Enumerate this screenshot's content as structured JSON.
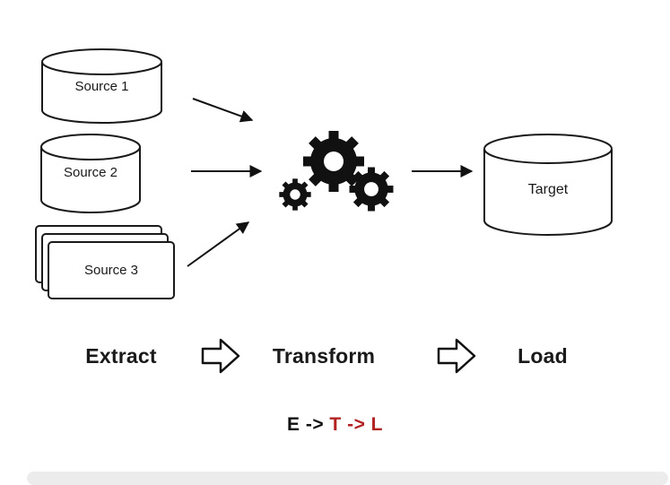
{
  "diagram": {
    "sources": [
      {
        "label": "Source 1",
        "shape": "database-cylinder"
      },
      {
        "label": "Source 2",
        "shape": "database-cylinder"
      },
      {
        "label": "Source 3",
        "shape": "document-stack"
      }
    ],
    "transform_icon": "gears-icon",
    "target": {
      "label": "Target",
      "shape": "database-cylinder"
    },
    "stages": [
      {
        "label": "Extract"
      },
      {
        "label": "Transform"
      },
      {
        "label": "Load"
      }
    ],
    "formula": {
      "parts": [
        {
          "text": "E -> ",
          "color": "#111111"
        },
        {
          "text": "T -> L",
          "color": "#b22222"
        }
      ]
    },
    "colors": {
      "outline": "#1a1a1a",
      "gear_fill": "#111111",
      "formula_red": "#b22222",
      "bottom_bar": "#ececec"
    }
  }
}
